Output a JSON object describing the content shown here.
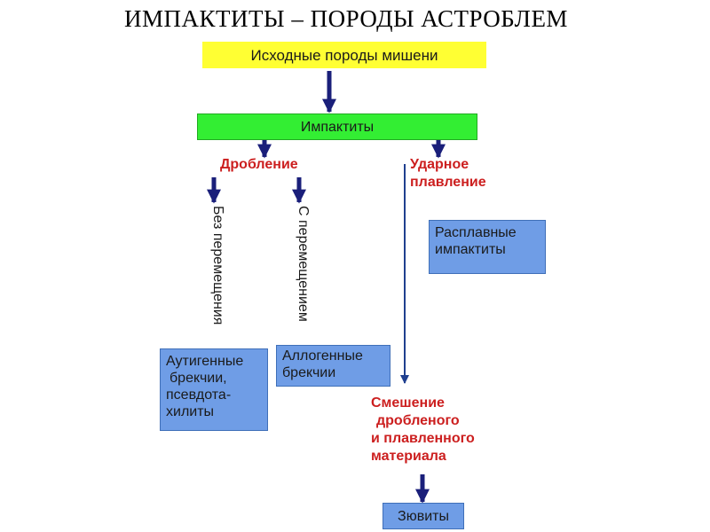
{
  "title": "ИМПАКТИТЫ – ПОРОДЫ АСТРОБЛЕМ",
  "nodes": {
    "source_rocks": "Исходные породы мишени",
    "impactites": "Импактиты",
    "crushing": "Дробление",
    "shock_melting": [
      "Ударное",
      "плавление"
    ],
    "without_displacement": "Без перемещения",
    "with_displacement": "С перемещением",
    "autigenic_breccias": [
      "Аутигенные",
      "брекчии,",
      "псевдота-",
      "хилиты"
    ],
    "allogenic_breccias": [
      "Аллогенные",
      "брекчии"
    ],
    "melt_impactites": [
      "Расплавные",
      "импактиты"
    ],
    "mixing": [
      "Смешение",
      "дробленого",
      "и плавленного",
      "материала"
    ],
    "suevites": "Зювиты"
  },
  "colors": {
    "arrow": "#1a1f7a",
    "line": "#1f3f8f",
    "yellow_box": "#ffff33",
    "green_box": "#33ee33",
    "blue_box": "#6f9de6",
    "red_text": "#cc1f1f"
  }
}
